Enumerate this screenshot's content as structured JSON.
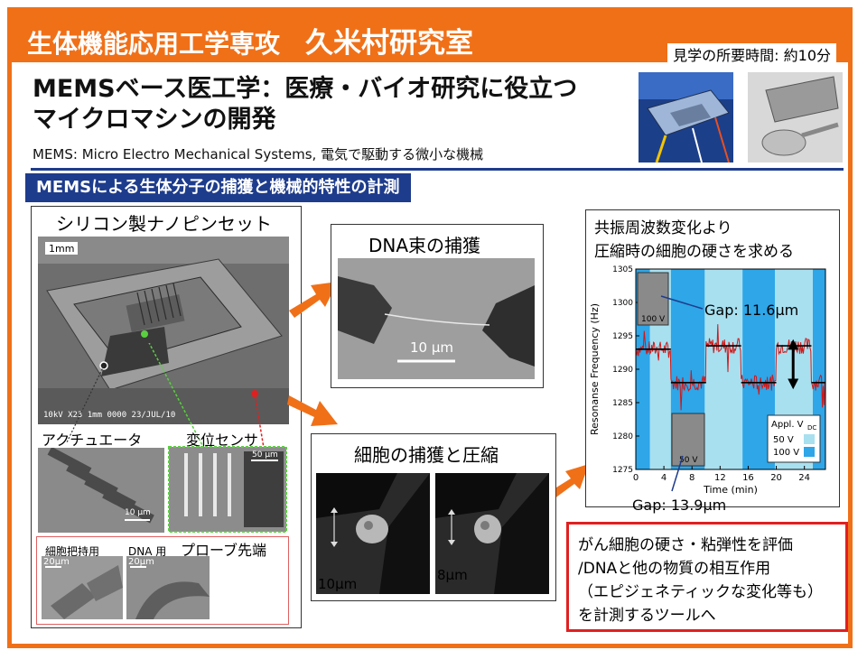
{
  "header": {
    "department": "生体機能応用工学専攻",
    "lab": "久米村研究室",
    "tour_time": "見学の所要時間: 約10分"
  },
  "headline": {
    "line1": "MEMSベース医工学：医療・バイオ研究に役立つ",
    "line2": "マイクロマシンの開発",
    "sub": "MEMS: Micro Electro Mechanical Systems,  電気で駆動する微小な機械"
  },
  "section": {
    "title": "MEMSによる生体分子の捕獲と機械的特性の計測"
  },
  "tweezer": {
    "title": "シリコン製ナノピンセット",
    "scale": "1mm",
    "sem_footer": "10kV    X23  1mm 0000 23/JUL/10",
    "actuator": "アクチュエータ",
    "sensor": "変位センサ",
    "sensor_scale": "50 μm",
    "actuator_scale": "10 μm",
    "probe": "プローブ先端",
    "cell_probe": "細胞把持用",
    "dna_probe": "DNA 用",
    "probe_scale1": "20μm",
    "probe_scale2": "20μm"
  },
  "dna": {
    "title": "DNA束の捕獲",
    "scale": "10 μm"
  },
  "cell": {
    "title": "細胞の捕獲と圧縮",
    "left_label": "10μm",
    "right_label": "8μm"
  },
  "plot": {
    "title_line1": "共振周波数変化より",
    "title_line2": "圧縮時の細胞の硬さを求める",
    "gap_high": "Gap: 11.6μm",
    "gap_low": "Gap: 13.9μm",
    "inset_top_label": "100 V",
    "inset_bottom_label": "50 V"
  },
  "conclusion": {
    "line1": "がん細胞の硬さ・粘弾性を評価",
    "line2": "/DNAと他の物質の相互作用",
    "line3": "（エピジェネティックな変化等も）",
    "line4": "を計測するツールへ"
  },
  "colors": {
    "orange": "#f07018",
    "navy": "#1e3c8c",
    "red": "#e02020",
    "plot_bg": "#a8e0f0",
    "plot_band": "#2ea6e8",
    "trace": "#d01818"
  },
  "chart_data": {
    "type": "line",
    "xlabel": "Time (min)",
    "ylabel": "Resonanse Frequency (Hz)",
    "xlim": [
      0,
      27
    ],
    "ylim": [
      1275,
      1305
    ],
    "xticks": [
      0,
      4,
      8,
      12,
      16,
      20,
      24
    ],
    "yticks": [
      1275,
      1280,
      1285,
      1290,
      1295,
      1300,
      1305
    ],
    "legend": {
      "title": "Appl. V",
      "title_sub": "DC",
      "entries": [
        "50 V",
        "100 V"
      ],
      "placement": "bottom-right"
    },
    "bands_100V": [
      [
        0,
        2
      ],
      [
        5,
        9.8
      ],
      [
        15.2,
        19.8
      ],
      [
        25.2,
        27
      ]
    ],
    "steps": [
      {
        "x0": 0,
        "x1": 5,
        "value": 1293
      },
      {
        "x0": 5,
        "x1": 10,
        "value": 1288
      },
      {
        "x0": 10,
        "x1": 15,
        "value": 1293.5
      },
      {
        "x0": 15,
        "x1": 20,
        "value": 1288
      },
      {
        "x0": 20,
        "x1": 25,
        "value": 1293.5
      },
      {
        "x0": 25,
        "x1": 27,
        "value": 1288
      }
    ]
  }
}
